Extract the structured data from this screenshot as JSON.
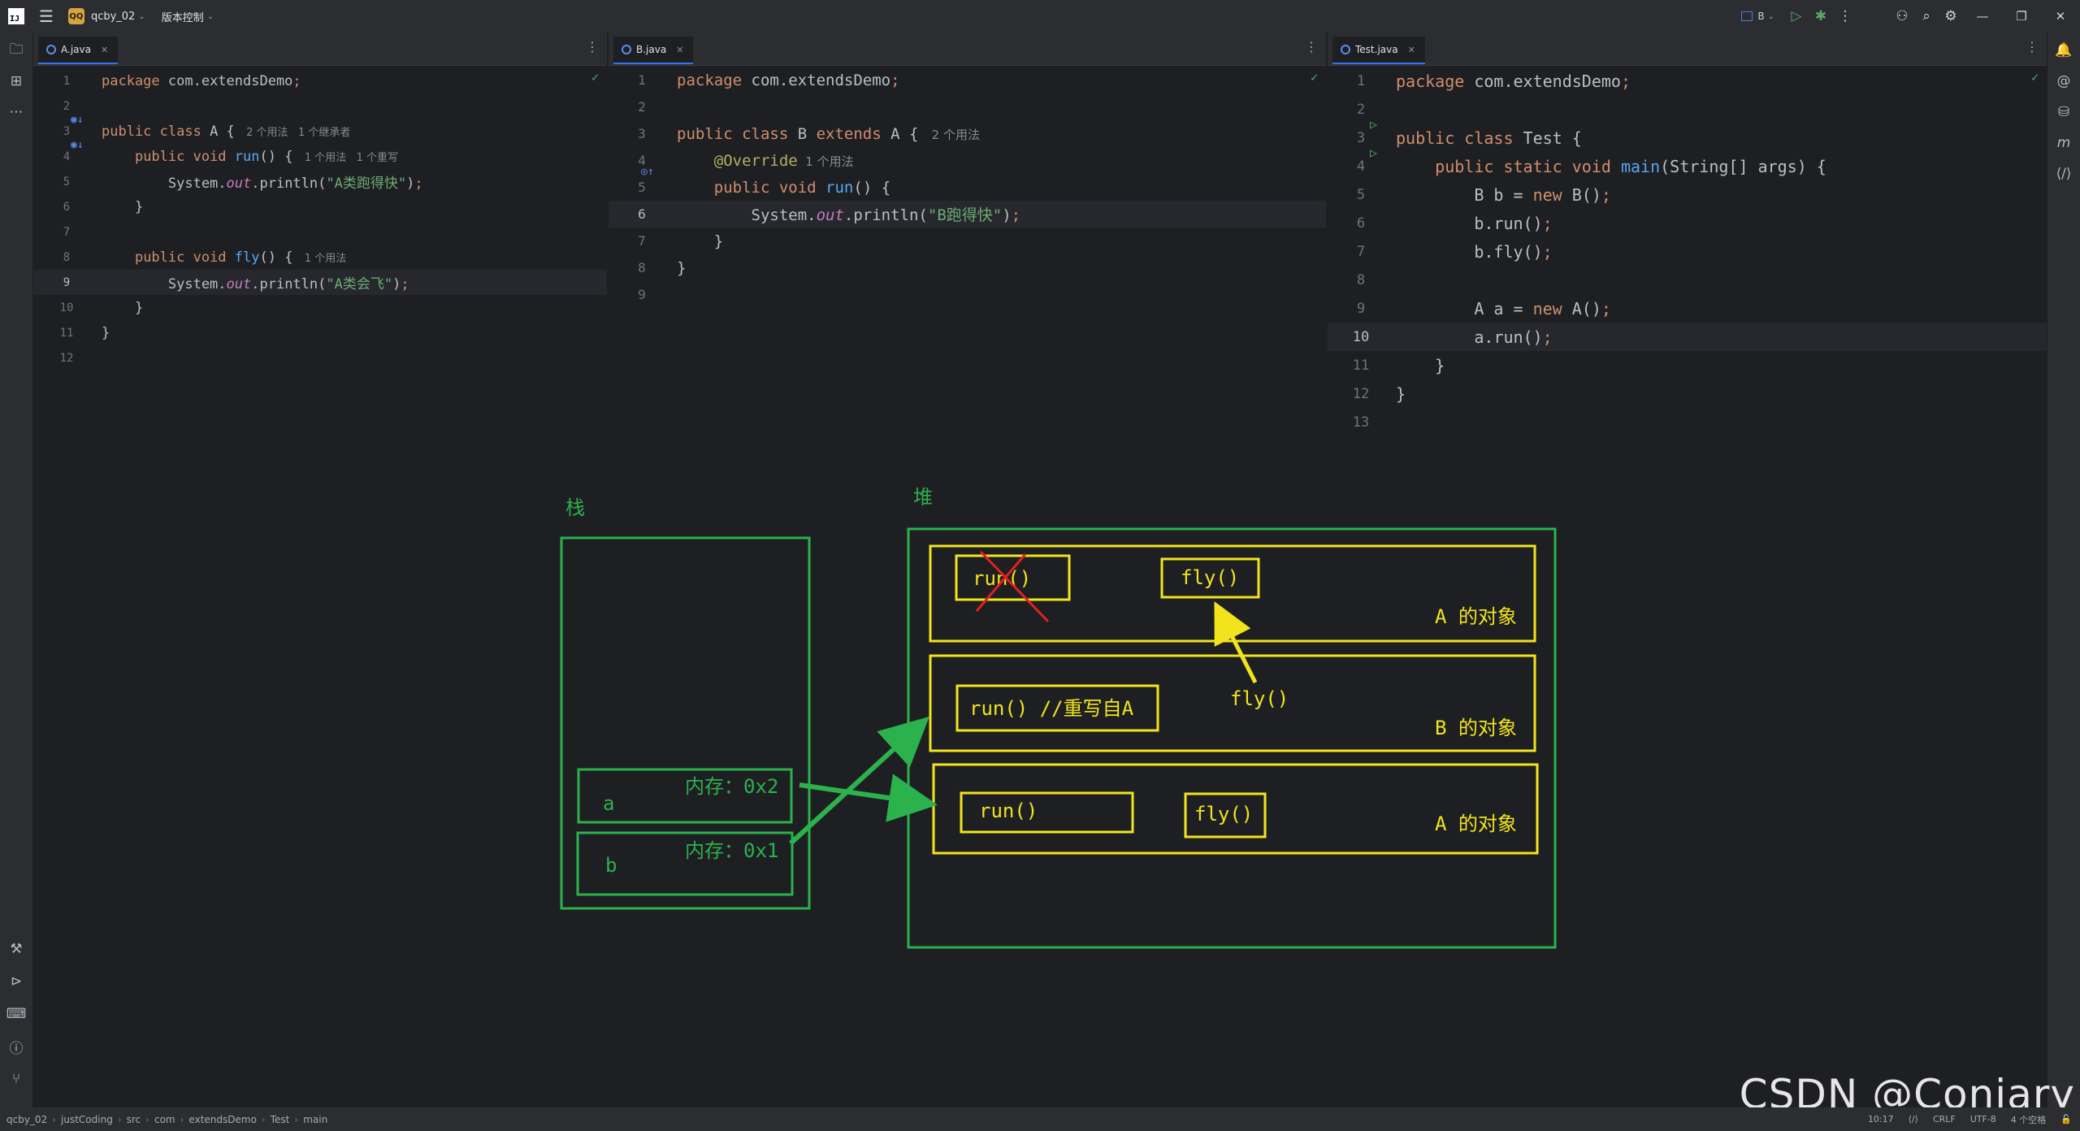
{
  "titlebar": {
    "logo": "IJ",
    "project_badge": "QQ",
    "project_name": "qcby_02",
    "vcs": "版本控制",
    "run_config": "B",
    "icons": [
      "menu-icon",
      "run-icon",
      "debug-icon",
      "more-icon",
      "account-icon",
      "search-icon",
      "settings-icon"
    ]
  },
  "panes": [
    {
      "tab": "A.java",
      "lines": [
        {
          "n": "1",
          "code": [
            [
              "kw",
              "package "
            ],
            [
              "p",
              "com.extendsDemo"
            ],
            [
              "semi",
              ";"
            ]
          ]
        },
        {
          "n": "2",
          "code": []
        },
        {
          "n": "3",
          "code": [
            [
              "kw",
              "public class "
            ],
            [
              "p",
              "A { "
            ],
            [
              "hint",
              " 2 个用法   1 个继承者"
            ]
          ]
        },
        {
          "n": "4",
          "code": [
            [
              "p",
              "    "
            ],
            [
              "kw",
              "public void "
            ],
            [
              "fn",
              "run"
            ],
            [
              "p",
              "() { "
            ],
            [
              "hint",
              " 1 个用法   1 个重写"
            ]
          ]
        },
        {
          "n": "5",
          "code": [
            [
              "p",
              "        System."
            ],
            [
              "st",
              "out"
            ],
            [
              "p",
              ".println("
            ],
            [
              "str",
              "\"A类跑得快\""
            ],
            [
              "p",
              ")"
            ],
            [
              "semi",
              ";"
            ]
          ]
        },
        {
          "n": "6",
          "code": [
            [
              "p",
              "    }"
            ]
          ]
        },
        {
          "n": "7",
          "code": []
        },
        {
          "n": "8",
          "code": [
            [
              "p",
              "    "
            ],
            [
              "kw",
              "public void "
            ],
            [
              "fn",
              "fly"
            ],
            [
              "p",
              "() { "
            ],
            [
              "hint",
              " 1 个用法"
            ]
          ]
        },
        {
          "n": "9",
          "code": [
            [
              "p",
              "        System."
            ],
            [
              "st",
              "out"
            ],
            [
              "p",
              ".println("
            ],
            [
              "str",
              "\"A类会飞\""
            ],
            [
              "p",
              ")"
            ],
            [
              "semi",
              ";"
            ]
          ]
        },
        {
          "n": "10",
          "code": [
            [
              "p",
              "    }"
            ]
          ]
        },
        {
          "n": "11",
          "code": [
            [
              "p",
              "}"
            ]
          ]
        },
        {
          "n": "12",
          "code": []
        }
      ]
    },
    {
      "tab": "B.java",
      "lines": [
        {
          "n": "1",
          "code": [
            [
              "kw",
              "package "
            ],
            [
              "p",
              "com.extendsDemo"
            ],
            [
              "semi",
              ";"
            ]
          ]
        },
        {
          "n": "2",
          "code": []
        },
        {
          "n": "3",
          "code": [
            [
              "kw",
              "public class "
            ],
            [
              "p",
              "B "
            ],
            [
              "kw",
              "extends "
            ],
            [
              "p",
              "A { "
            ],
            [
              "hint",
              " 2 个用法"
            ]
          ]
        },
        {
          "n": "4",
          "code": [
            [
              "p",
              "    "
            ],
            [
              "ann",
              "@Override"
            ],
            [
              "hint",
              "  1 个用法"
            ]
          ]
        },
        {
          "n": "5",
          "code": [
            [
              "p",
              "    "
            ],
            [
              "kw",
              "public void "
            ],
            [
              "fn",
              "run"
            ],
            [
              "p",
              "() {"
            ]
          ]
        },
        {
          "n": "6",
          "code": [
            [
              "p",
              "        System."
            ],
            [
              "st",
              "out"
            ],
            [
              "p",
              ".println("
            ],
            [
              "str",
              "\"B跑得快\""
            ],
            [
              "p",
              ")"
            ],
            [
              "semi",
              ";"
            ]
          ]
        },
        {
          "n": "7",
          "code": [
            [
              "p",
              "    }"
            ]
          ]
        },
        {
          "n": "8",
          "code": [
            [
              "p",
              "}"
            ]
          ]
        },
        {
          "n": "9",
          "code": []
        }
      ]
    },
    {
      "tab": "Test.java",
      "lines": [
        {
          "n": "1",
          "code": [
            [
              "kw",
              "package "
            ],
            [
              "p",
              "com.extendsDemo"
            ],
            [
              "semi",
              ";"
            ]
          ]
        },
        {
          "n": "2",
          "code": []
        },
        {
          "n": "3",
          "code": [
            [
              "kw",
              "public class "
            ],
            [
              "p",
              "Test {"
            ]
          ]
        },
        {
          "n": "4",
          "code": [
            [
              "p",
              "    "
            ],
            [
              "kw",
              "public static void "
            ],
            [
              "fn",
              "main"
            ],
            [
              "p",
              "(String[] args) {"
            ]
          ]
        },
        {
          "n": "5",
          "code": [
            [
              "p",
              "        B b = "
            ],
            [
              "kw",
              "new "
            ],
            [
              "p",
              "B()"
            ],
            [
              "semi",
              ";"
            ]
          ]
        },
        {
          "n": "6",
          "code": [
            [
              "p",
              "        b.run()"
            ],
            [
              "semi",
              ";"
            ]
          ]
        },
        {
          "n": "7",
          "code": [
            [
              "p",
              "        b.fly()"
            ],
            [
              "semi",
              ";"
            ]
          ]
        },
        {
          "n": "8",
          "code": []
        },
        {
          "n": "9",
          "code": [
            [
              "p",
              "        A a = "
            ],
            [
              "kw",
              "new "
            ],
            [
              "p",
              "A()"
            ],
            [
              "semi",
              ";"
            ]
          ]
        },
        {
          "n": "10",
          "code": [
            [
              "p",
              "        a.run()"
            ],
            [
              "semi",
              ";"
            ]
          ]
        },
        {
          "n": "11",
          "code": [
            [
              "p",
              "    }"
            ]
          ]
        },
        {
          "n": "12",
          "code": [
            [
              "p",
              "}"
            ]
          ]
        },
        {
          "n": "13",
          "code": []
        }
      ]
    }
  ],
  "diagram": {
    "stack_label": "栈",
    "heap_label": "堆",
    "slot_a_var": "a",
    "slot_a_mem": "内存：0x2",
    "slot_b_var": "b",
    "slot_b_mem": "内存：0x1",
    "obj1_run": "run()",
    "obj1_fly": "fly()",
    "obj1_label": "A 的对象",
    "fly_note": "fly()",
    "obj2_run": "run() //重写自A",
    "obj2_label": "B 的对象",
    "obj3_run": "run()",
    "obj3_fly": "fly()",
    "obj3_label": "A 的对象"
  },
  "statusbar": {
    "crumbs": [
      "qcby_02",
      "justCoding",
      "src",
      "com",
      "extendsDemo",
      "Test",
      "main"
    ],
    "time": "10:17",
    "line_sep": "CRLF",
    "encoding": "UTF-8",
    "indent": "4 个空格"
  },
  "watermark": "CSDN @Coniary",
  "colors": {
    "green": "#2bb24c",
    "yellow": "#f2e41c",
    "red": "#e02020"
  }
}
